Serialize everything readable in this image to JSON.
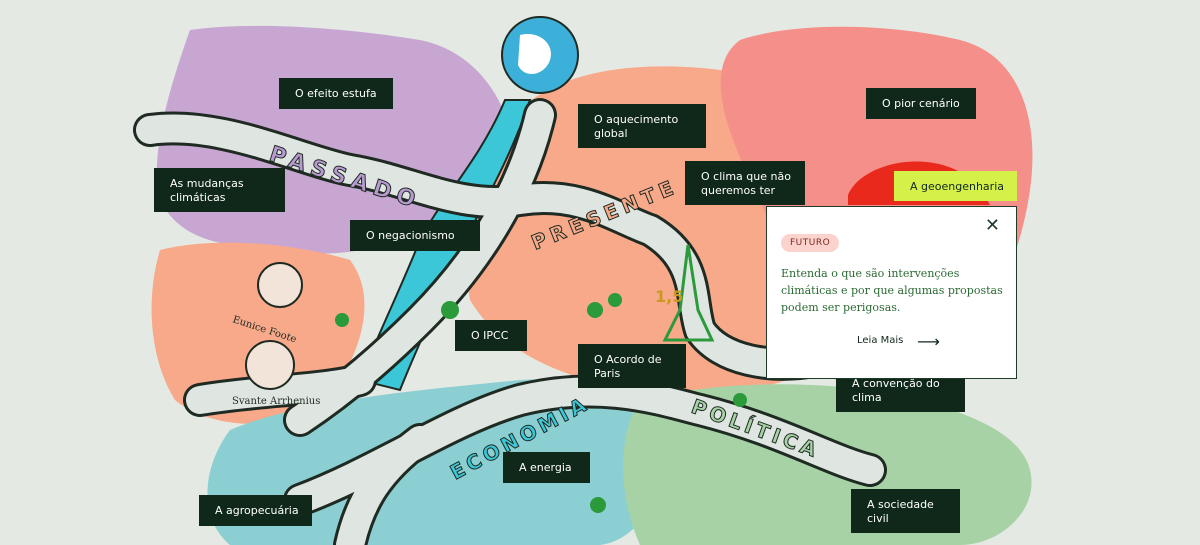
{
  "map": {
    "region_words": {
      "passado": "PASSADO",
      "presente": "PRESENTE",
      "economia": "ECONOMIA",
      "politica": "POLÍTICA"
    },
    "portrait_captions": {
      "foote": "Eunice Foote",
      "arrhenius": "Svante Arrhenius"
    },
    "sign_15": "1,5"
  },
  "labels": {
    "efeito_estufa": "O efeito estufa",
    "aquecimento_global": "O aquecimento global",
    "pior_cenario": "O pior cenário",
    "mudancas_climaticas": "As mudanças climáticas",
    "clima_que_nao": "O clima que não queremos ter",
    "geoengenharia": "A geoengenharia",
    "negacionismo": "O negacionismo",
    "ipcc": "O IPCC",
    "acordo_paris": "O Acordo de Paris",
    "convencao_clima": "A convenção do clima",
    "energia": "A energia",
    "agropecuaria": "A agropecuária",
    "sociedade_civil": "A sociedade civil"
  },
  "popup": {
    "badge": "FUTURO",
    "description": "Entenda o que são intervenções climáticas e por que algumas propostas podem ser perigosas.",
    "read_more": "Leia Mais",
    "close_icon": "close-icon",
    "arrow_icon": "arrow-right-icon"
  },
  "colors": {
    "background": "#e4e9e3",
    "passado_region": "#c8a6d2",
    "presente_region": "#f7a98a",
    "futuro_region": "#f58f8a",
    "economia_region": "#8ccfd2",
    "politica_region": "#a7d2a6",
    "label_bg": "#10281a",
    "label_active_bg": "#d6f04a",
    "road": "#dfe6e1"
  }
}
